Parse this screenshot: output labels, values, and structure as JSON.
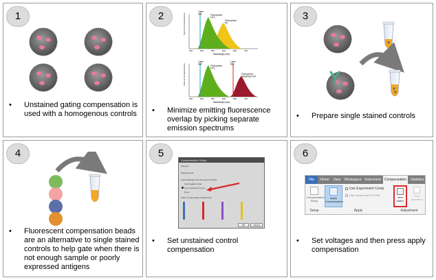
{
  "steps": [
    {
      "num": "1",
      "text": "Unstained gating compensation is used with a homogenous controls"
    },
    {
      "num": "2",
      "text": "Minimize emitting fluorescence overlap by picking separate emission spectrums"
    },
    {
      "num": "3",
      "text": "Prepare single stained controls"
    },
    {
      "num": "4",
      "text": "Fluorescent compensation beads are an alternative to single stained controls to help gate when there is not enough sample or poorly expressed antigens"
    },
    {
      "num": "5",
      "text": "Set unstained control compensation"
    },
    {
      "num": "6",
      "text": "Set voltages and then press apply compensation"
    }
  ],
  "bullet_char": "•",
  "spectrum_top": {
    "laser_label": "Laser\n488",
    "fluor1": "Fluorophore\nFITC",
    "fluor2": "Fluorophore\nPE",
    "xlabel": "Wavelength (nm)",
    "ylabel": "Percent of Fluorescence",
    "ticks": [
      "450",
      "500",
      "550",
      "600",
      "650",
      "700"
    ]
  },
  "spectrum_bottom": {
    "laser1_label": "Laser\n488",
    "laser2_label": "Laser\n640",
    "fluor1": "Fluorophore\nFITC",
    "fluor2": "Fluorophore\nAlexaFluor 647",
    "xlabel": "Wavelength (nm)",
    "ylabel": "Percent of Fluorescence",
    "ticks": [
      "450",
      "500",
      "550",
      "600",
      "650",
      "700"
    ]
  },
  "dialog": {
    "title": "Compensation Setup",
    "labels": [
      "Samples",
      "Measurement",
      "Select Background Fluorescence Mode",
      "Use Negative Gate",
      "Use Unstained Control",
      "None",
      "Select Compensation Parameters"
    ],
    "buttons": [
      "OK",
      "Cancel"
    ]
  },
  "ribbon": {
    "tabs": [
      "File",
      "Home",
      "View",
      "Workspace",
      "Instrument",
      "Compensation",
      "Statistics"
    ],
    "buttons": [
      "Compensation Setup",
      "Apply Compensation",
      "View Matrix",
      "Print Operation"
    ],
    "options": [
      "Use Experiment Comp",
      "Use Comp from FCS File"
    ],
    "groups": [
      "Setup",
      "Apply",
      "Adjustment"
    ]
  },
  "colors": {
    "panel_border": "#9a9a9a",
    "number_badge": "#dcdcdc",
    "cell_body": "#6e6e6e",
    "cell_spots": "#e57aa0",
    "green_spectrum": "#5fae1c",
    "yellow_spectrum": "#f0c419",
    "red_spectrum": "#9c1a2e",
    "antibody": "#4aa88a",
    "tube_liquid": "#f5a623",
    "bead_green": "#7dbb5d",
    "bead_pink": "#f2a3a3",
    "bead_blue": "#5b6fa8",
    "bead_orange": "#e5902f",
    "arrow": "#7a7a7a",
    "highlight_red": "#d9262a",
    "ribbon_file": "#3b6fb6"
  }
}
